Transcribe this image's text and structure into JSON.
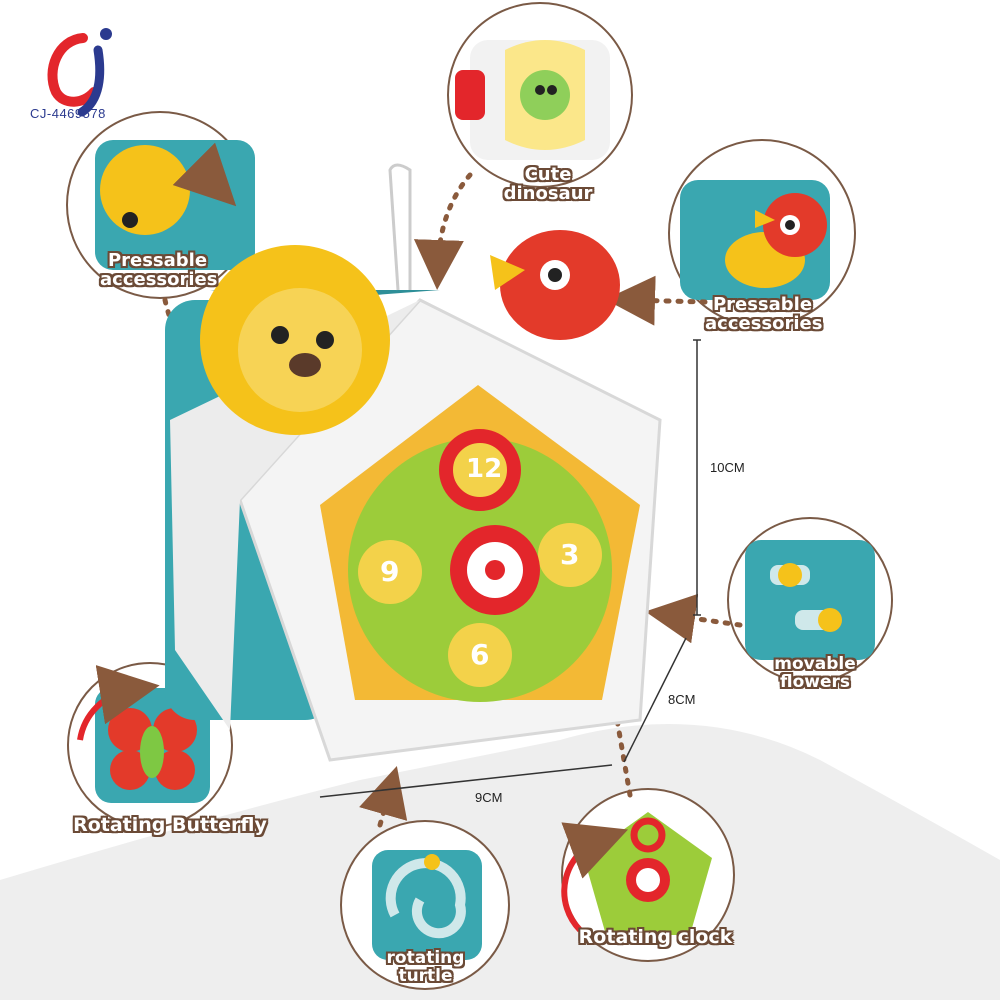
{
  "brand": {
    "logo_icon": "cj-logo-icon",
    "sku": "CJ-4469578",
    "colors": {
      "logo_red": "#e3262b",
      "logo_blue": "#2b3a8f"
    }
  },
  "callouts": {
    "top_center": "Cute dinosaur",
    "top_left": "Pressable accessories",
    "top_right": "Pressable accessories",
    "mid_right": "movable flowers",
    "bottom_left": "Rotating Butterfly",
    "bottom_center": "rotating turtle",
    "bottom_right": "Rotating clock"
  },
  "dimensions": {
    "height": "10CM",
    "depth": "8CM",
    "width": "9CM"
  },
  "clock_face": {
    "numbers": [
      "12",
      "3",
      "6",
      "9"
    ]
  },
  "colors": {
    "arrow_brown": "#8a5a3c",
    "toy_white": "#f4f4f4",
    "toy_teal": "#3aa7b0",
    "lion_yellow": "#f5c21a",
    "bird_red": "#e33a2a",
    "clock_green": "#9ccc3a",
    "clock_yellow": "#f3d24a"
  }
}
